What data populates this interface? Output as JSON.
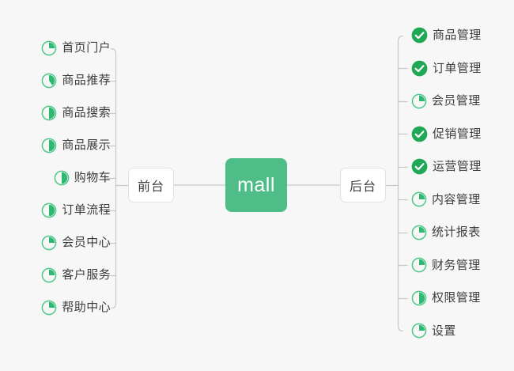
{
  "diagram": {
    "title": "mall",
    "root": {
      "label": "mall",
      "color": "#4ebd87"
    },
    "mid_nodes": [
      {
        "id": "front",
        "label": "前台"
      },
      {
        "id": "back",
        "label": "后台"
      }
    ],
    "colors": {
      "accent": "#4ebd87",
      "done": "#1fa855",
      "pie_ring": "#4ec98a",
      "pie_fill": "#2eb872",
      "connector": "#c8c8c8",
      "text": "#3d3d3d",
      "background": "#f7f7f7",
      "node_border": "#e2e2e2"
    },
    "left_branch": {
      "parent": "前台",
      "items": [
        {
          "label": "首页门户",
          "icon": "pie-progress-icon",
          "progress": 25,
          "status": "in-progress"
        },
        {
          "label": "商品推荐",
          "icon": "pie-progress-icon",
          "progress": 40,
          "status": "in-progress"
        },
        {
          "label": "商品搜索",
          "icon": "pie-progress-icon",
          "progress": 50,
          "status": "in-progress"
        },
        {
          "label": "商品展示",
          "icon": "pie-progress-icon",
          "progress": 50,
          "status": "in-progress"
        },
        {
          "label": "购物车",
          "icon": "pie-progress-icon",
          "progress": 50,
          "status": "in-progress"
        },
        {
          "label": "订单流程",
          "icon": "pie-progress-icon",
          "progress": 50,
          "status": "in-progress"
        },
        {
          "label": "会员中心",
          "icon": "pie-progress-icon",
          "progress": 25,
          "status": "in-progress"
        },
        {
          "label": "客户服务",
          "icon": "pie-progress-icon",
          "progress": 25,
          "status": "in-progress"
        },
        {
          "label": "帮助中心",
          "icon": "pie-progress-icon",
          "progress": 25,
          "status": "in-progress"
        }
      ]
    },
    "right_branch": {
      "parent": "后台",
      "items": [
        {
          "label": "商品管理",
          "icon": "check-circle-icon",
          "progress": 100,
          "status": "done"
        },
        {
          "label": "订单管理",
          "icon": "check-circle-icon",
          "progress": 100,
          "status": "done"
        },
        {
          "label": "会员管理",
          "icon": "pie-progress-icon",
          "progress": 25,
          "status": "in-progress"
        },
        {
          "label": "促销管理",
          "icon": "check-circle-icon",
          "progress": 100,
          "status": "done"
        },
        {
          "label": "运营管理",
          "icon": "check-circle-icon",
          "progress": 100,
          "status": "done"
        },
        {
          "label": "内容管理",
          "icon": "pie-progress-icon",
          "progress": 25,
          "status": "in-progress"
        },
        {
          "label": "统计报表",
          "icon": "pie-progress-icon",
          "progress": 25,
          "status": "in-progress"
        },
        {
          "label": "财务管理",
          "icon": "pie-progress-icon",
          "progress": 25,
          "status": "in-progress"
        },
        {
          "label": "权限管理",
          "icon": "pie-progress-icon",
          "progress": 50,
          "status": "in-progress"
        },
        {
          "label": "设置",
          "icon": "pie-progress-icon",
          "progress": 25,
          "status": "in-progress"
        }
      ]
    }
  }
}
